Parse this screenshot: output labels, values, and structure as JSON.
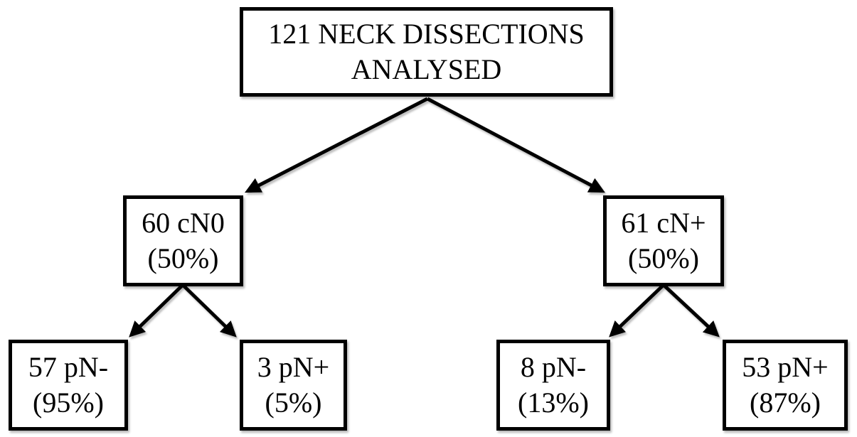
{
  "diagram": {
    "type": "flowchart",
    "title": "Neck dissections pathology outcome flowchart",
    "colors": {
      "background": "#ffffff",
      "box_border": "#000000",
      "box_fill": "#ffffff",
      "text": "#000000",
      "arrow": "#000000"
    },
    "nodes": [
      {
        "id": "root",
        "line1": "121 NECK DISSECTIONS",
        "line2": "ANALYSED"
      },
      {
        "id": "cn0",
        "line1": "60 cN0",
        "line2": "(50%)"
      },
      {
        "id": "cn-plus",
        "line1": "61 cN+",
        "line2": "(50%)"
      },
      {
        "id": "pn-neg-left",
        "line1": "57 pN-",
        "line2": "(95%)"
      },
      {
        "id": "pn-pos-left",
        "line1": "3 pN+",
        "line2": "(5%)"
      },
      {
        "id": "pn-neg-right",
        "line1": "8 pN-",
        "line2": "(13%)"
      },
      {
        "id": "pn-pos-right",
        "line1": "53 pN+",
        "line2": "(87%)"
      }
    ],
    "edges": [
      {
        "from": "root",
        "to": "cn0"
      },
      {
        "from": "root",
        "to": "cn-plus"
      },
      {
        "from": "cn0",
        "to": "pn-neg-left"
      },
      {
        "from": "cn0",
        "to": "pn-pos-left"
      },
      {
        "from": "cn-plus",
        "to": "pn-neg-right"
      },
      {
        "from": "cn-plus",
        "to": "pn-pos-right"
      }
    ]
  }
}
